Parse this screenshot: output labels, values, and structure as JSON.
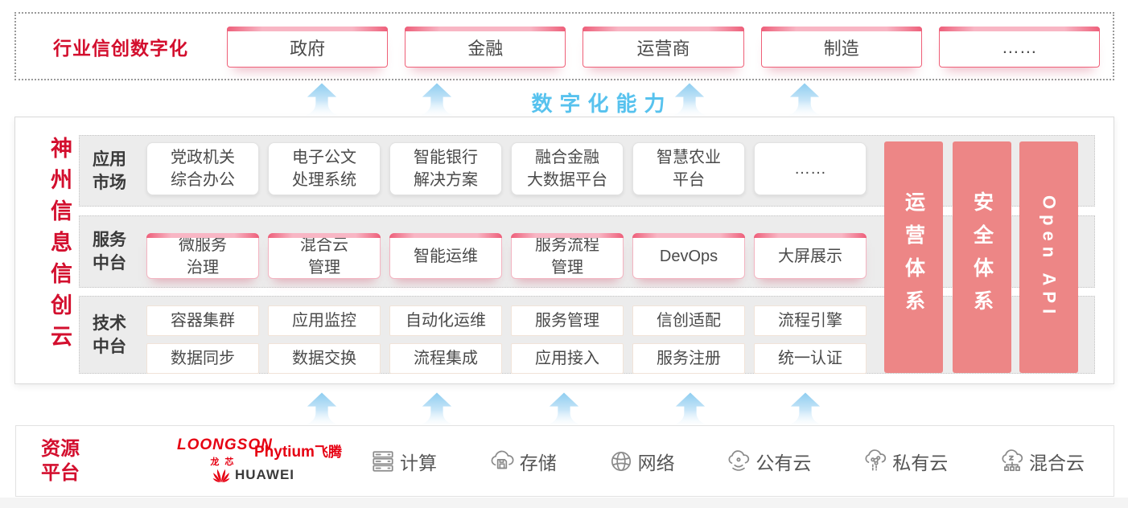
{
  "top": {
    "title": "行业信创数字化",
    "tabs": [
      "政府",
      "金融",
      "运营商",
      "制造",
      "……"
    ]
  },
  "capability_label": "数字化能力",
  "platform": {
    "vertical_title": "神州信息信创云",
    "app_market": {
      "label": "应用\n市场",
      "items": [
        "党政机关\n综合办公",
        "电子公文\n处理系统",
        "智能银行\n解决方案",
        "融合金融\n大数据平台",
        "智慧农业\n平台",
        "……"
      ]
    },
    "service_platform": {
      "label": "服务\n中台",
      "items": [
        "微服务\n治理",
        "混合云\n管理",
        "智能运维",
        "服务流程\n管理",
        "DevOps",
        "大屏展示"
      ]
    },
    "tech_platform": {
      "label": "技术\n中台",
      "row1": [
        "容器集群",
        "应用监控",
        "自动化运维",
        "服务管理",
        "信创适配",
        "流程引擎"
      ],
      "row2": [
        "数据同步",
        "数据交换",
        "流程集成",
        "应用接入",
        "服务注册",
        "统一认证"
      ]
    },
    "pillars": [
      "运营体系",
      "安全体系",
      "Open API"
    ]
  },
  "resources": {
    "label": "资源\n平台",
    "vendors": {
      "loongson": {
        "name": "LOONGSON",
        "sub": "龙芯"
      },
      "phytium": {
        "name": "Phytium",
        "sub": "飞腾"
      },
      "huawei": {
        "name": "HUAWEI"
      }
    },
    "items": [
      {
        "icon": "compute-icon",
        "label": "计算"
      },
      {
        "icon": "storage-icon",
        "label": "存储"
      },
      {
        "icon": "network-icon",
        "label": "网络"
      },
      {
        "icon": "public-cloud-icon",
        "label": "公有云"
      },
      {
        "icon": "private-cloud-icon",
        "label": "私有云"
      },
      {
        "icon": "hybrid-cloud-icon",
        "label": "混合云"
      }
    ]
  },
  "colors": {
    "brand_red": "#d30f2e",
    "pink_border": "#ef6078",
    "pillar_salmon": "#ed8686",
    "light_blue": "#57c2ee",
    "panel_gray": "#ececec",
    "logo_red": "#e60012"
  }
}
